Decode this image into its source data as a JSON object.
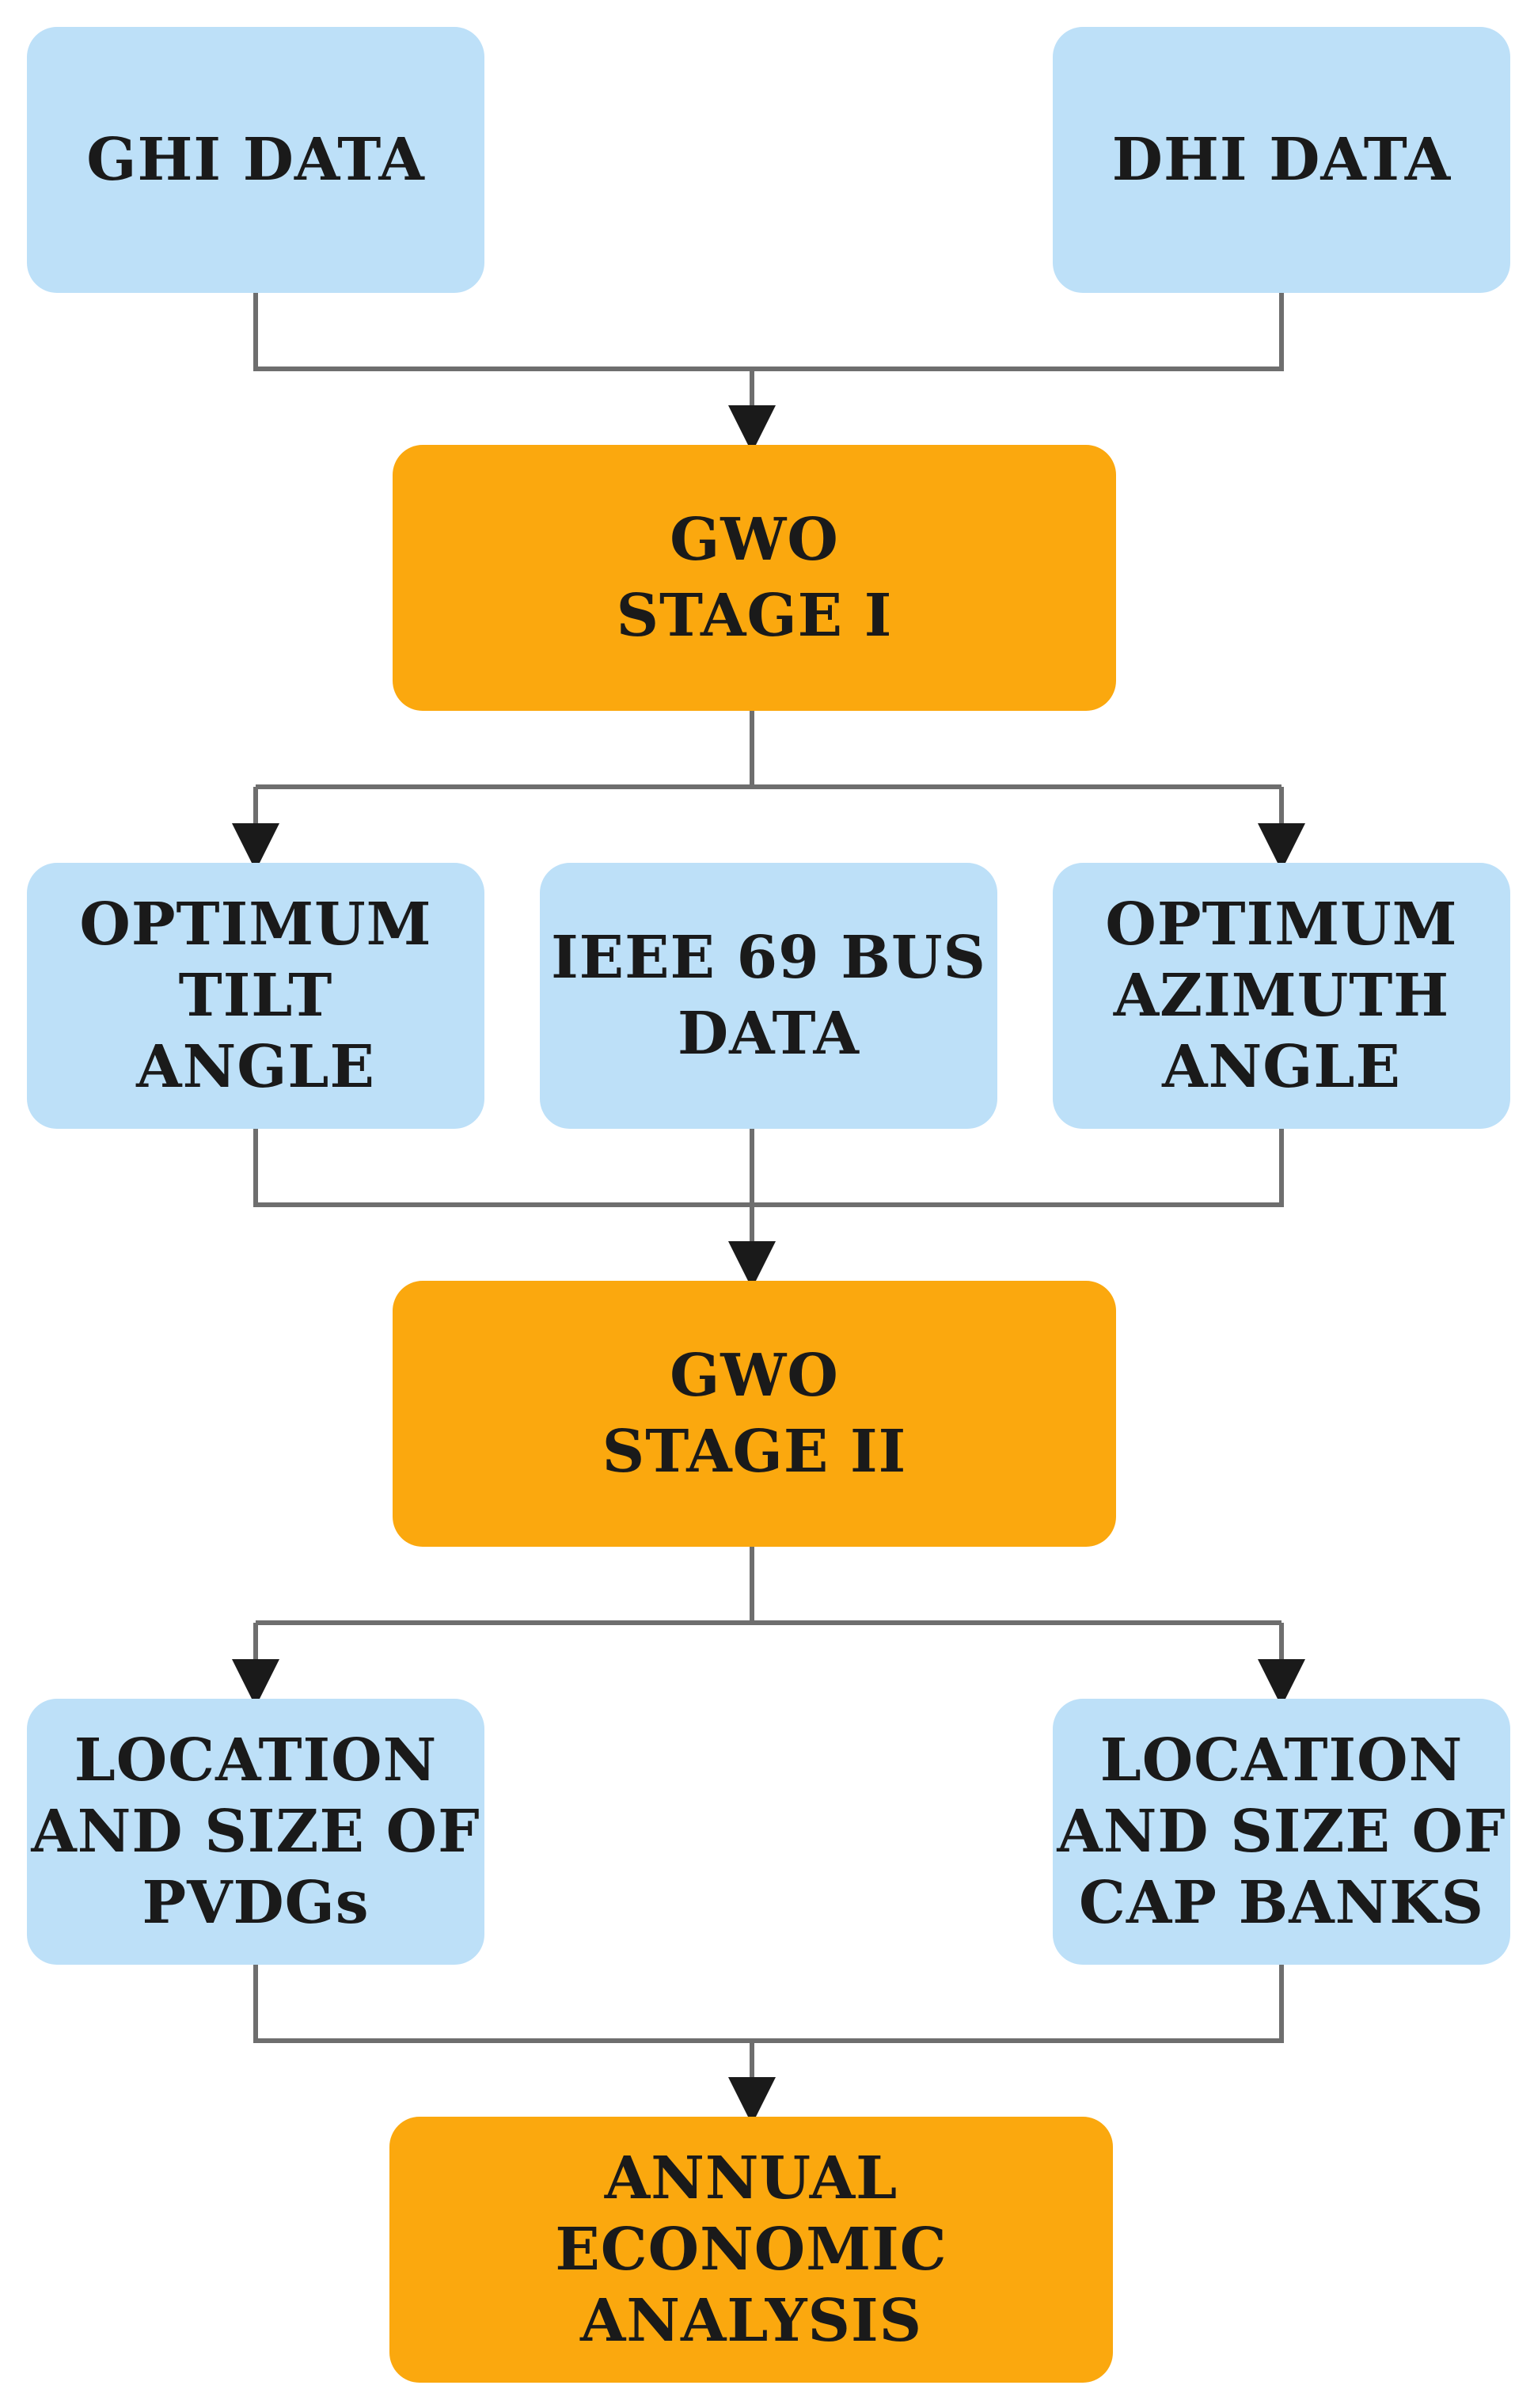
{
  "nodes": {
    "ghi_data": {
      "lines": [
        "GHI DATA"
      ]
    },
    "dhi_data": {
      "lines": [
        "DHI DATA"
      ]
    },
    "gwo_stage1": {
      "lines": [
        "GWO",
        "STAGE I"
      ]
    },
    "optimum_tilt": {
      "lines": [
        "OPTIMUM",
        "TILT",
        "ANGLE"
      ]
    },
    "ieee_69_bus": {
      "lines": [
        "IEEE 69 BUS",
        "DATA"
      ]
    },
    "optimum_azimuth": {
      "lines": [
        "OPTIMUM",
        "AZIMUTH",
        "ANGLE"
      ]
    },
    "gwo_stage2": {
      "lines": [
        "GWO",
        "STAGE II"
      ]
    },
    "pvdg_location": {
      "lines": [
        "LOCATION",
        "AND SIZE OF",
        "PVDGs"
      ]
    },
    "cap_location": {
      "lines": [
        "LOCATION",
        "AND SIZE OF",
        "CAP BANKS"
      ]
    },
    "annual_economic": {
      "lines": [
        "ANNUAL",
        "ECONOMIC",
        "ANALYSIS"
      ]
    }
  },
  "colors": {
    "input_box": "#bde0f8",
    "process_box": "#fba80e",
    "connector": "#6e6e6e",
    "arrowhead": "#1a1a1a"
  }
}
